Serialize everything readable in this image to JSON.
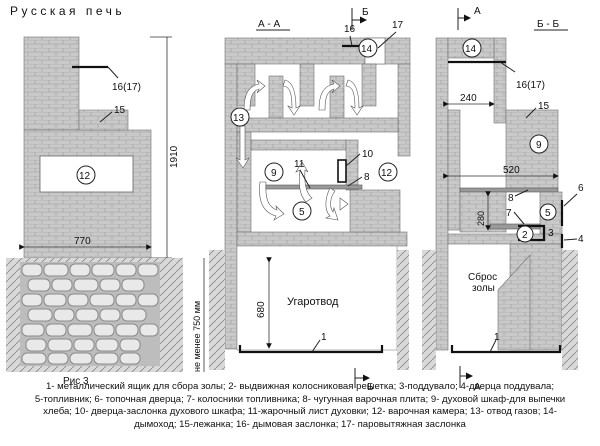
{
  "title": "Русская печь",
  "figure_caption": "Рис 3",
  "section_aa": "А - А",
  "section_bb": "Б - Б",
  "cut_marks": {
    "a": "А",
    "b": "Б"
  },
  "dimensions": {
    "height_total": "1910",
    "width_front": "770",
    "depth_240": "240",
    "depth_520": "520",
    "height_280": "280",
    "height_680": "680",
    "min_foundation": "не менее 750 мм"
  },
  "labels": {
    "ash_pit": "Угаротвод",
    "flue_outlet_line1": "Сброс",
    "flue_outlet_line2": "золы"
  },
  "callouts": {
    "front_16_17": "16(17)",
    "front_15": "15",
    "front_12": "12",
    "aa_16": "16",
    "aa_17": "17",
    "aa_14": "14",
    "aa_13": "13",
    "aa_9": "9",
    "aa_11": "11",
    "aa_10": "10",
    "aa_8": "8",
    "aa_12": "12",
    "aa_5": "5",
    "aa_1": "1",
    "bb_14": "14",
    "bb_16_17": "16(17)",
    "bb_15": "15",
    "bb_9": "9",
    "bb_8": "8",
    "bb_7": "7",
    "bb_6": "6",
    "bb_5": "5",
    "bb_3": "3",
    "bb_4": "4",
    "bb_2": "2",
    "bb_1": "1"
  },
  "legend_lines": [
    "1- металлический ящик для сбора золы; 2- выдвижная колосниковая решетка; 3-поддувало; 4-дверца поддувала;",
    "5-топливник; 6- топочная дверца; 7- колосники топливника; 8- чугунная варочная плита; 9- духовой шкаф-для выпечки",
    "хлеба; 10- дверца-заслонка духового шкафа; 11-жарочный лист духовки; 12- варочная камера; 13- отвод газов; 14-",
    "дымоход; 15-лежанка; 16- дымовая заслонка; 17- паровытяжная заслонка"
  ]
}
